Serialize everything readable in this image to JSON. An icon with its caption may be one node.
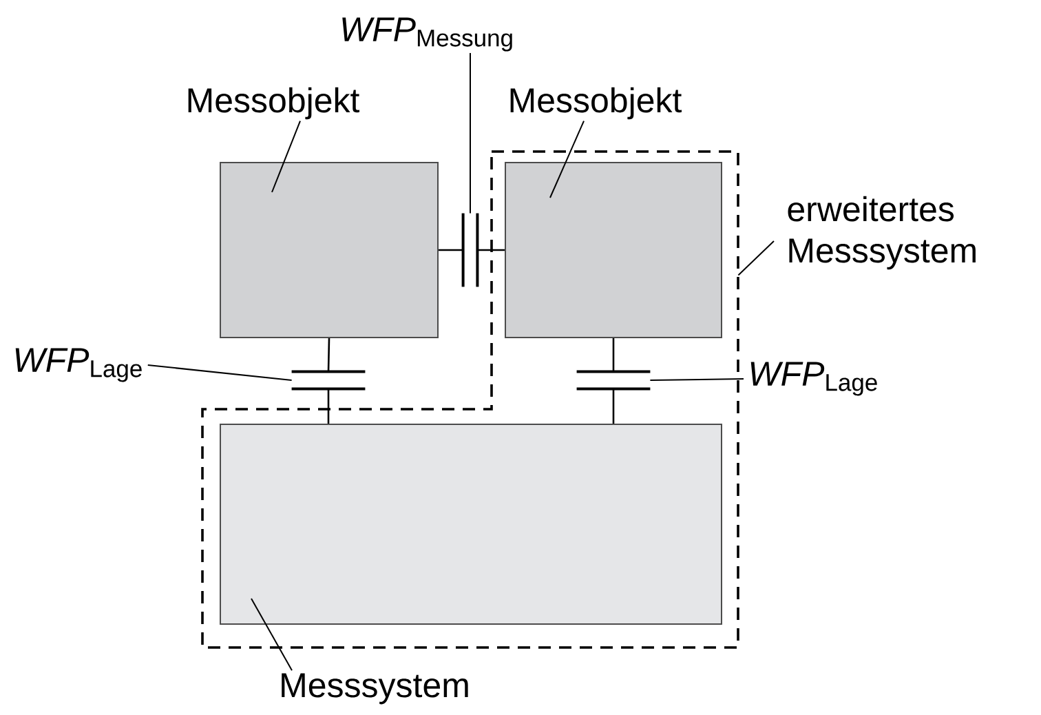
{
  "diagram": {
    "nodes": [
      {
        "text": [],
        "shape": "outline"
      },
      {
        "text": [],
        "shape": "box"
      },
      {
        "text": [],
        "shape": "box",
        "in": 0
      },
      {
        "text": [],
        "shape": "box",
        "in": 0
      },
      {
        "text": [],
        "shape": "capacitor"
      },
      {
        "text": [],
        "shape": "capacitor"
      },
      {
        "text": [],
        "shape": "capacitor",
        "in": 0
      },
      {
        "text": [
          "*WFP*$_{Messung}$"
        ]
      },
      {
        "text": [
          "Messobjekt"
        ]
      },
      {
        "text": [
          "Messobjekt"
        ]
      },
      {
        "text": [
          "erweitertes Messsystem"
        ]
      },
      {
        "text": [
          "*WFP*$_{Lage}$"
        ]
      },
      {
        "text": [
          "*WFP*$_{Lage}$"
        ]
      },
      {
        "text": [
          "Messsystem"
        ]
      }
    ],
    "edges": [
      {
        "from": 1,
        "to": 4,
        "arrow": "none"
      },
      {
        "from": 4,
        "to": 2,
        "arrow": "none"
      },
      {
        "from": 1,
        "to": 5,
        "arrow": "none"
      },
      {
        "from": 5,
        "to": 3,
        "arrow": "none"
      },
      {
        "from": 2,
        "to": 6,
        "arrow": "none"
      },
      {
        "from": 6,
        "to": 3,
        "arrow": "none"
      },
      {
        "from": 7,
        "to": 4,
        "arrow": "none"
      },
      {
        "from": 8,
        "to": 1,
        "arrow": "none"
      },
      {
        "from": 9,
        "to": 2,
        "arrow": "none"
      },
      {
        "from": 10,
        "to": 0,
        "arrow": "none"
      },
      {
        "from": 11,
        "to": 5,
        "arrow": "none"
      },
      {
        "from": 12,
        "to": 6,
        "arrow": "none"
      },
      {
        "from": 13,
        "to": 3,
        "arrow": "none"
      }
    ]
  }
}
